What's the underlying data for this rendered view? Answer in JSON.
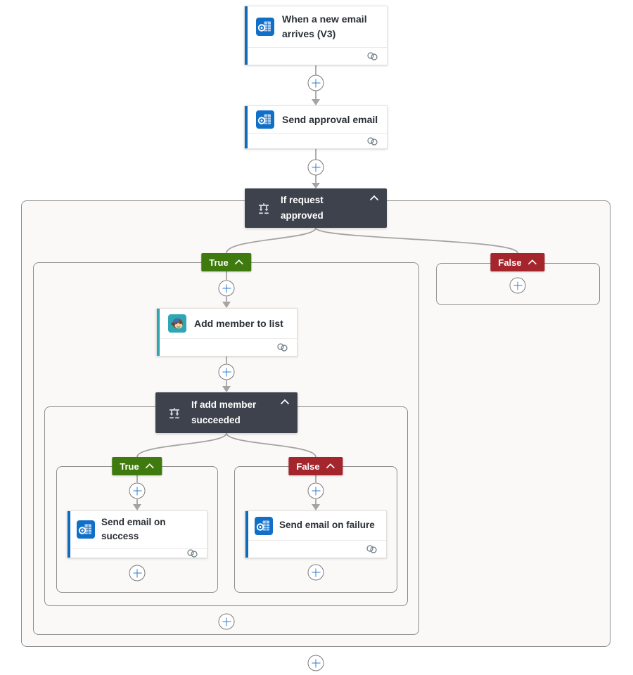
{
  "app": {
    "name": "flow-designer-canvas"
  },
  "flow": {
    "trigger": {
      "title": "When a new email arrives (V3)",
      "icon": "outlook-icon",
      "status_icon": "connection-link-icon"
    },
    "send_approval": {
      "title": "Send approval email",
      "icon": "outlook-icon",
      "status_icon": "connection-link-icon"
    },
    "condition_request": {
      "title": "If request approved",
      "icon": "condition-icon",
      "collapse_icon": "chevron-up-icon"
    },
    "add_member": {
      "title": "Add member to list",
      "icon": "mailchimp-icon",
      "status_icon": "connection-link-icon"
    },
    "condition_add_member": {
      "title": "If add member succeeded",
      "icon": "condition-icon",
      "collapse_icon": "chevron-up-icon"
    },
    "send_success": {
      "title": "Send email on success",
      "icon": "outlook-icon",
      "status_icon": "connection-link-icon"
    },
    "send_failure": {
      "title": "Send email on failure",
      "icon": "outlook-icon",
      "status_icon": "connection-link-icon"
    }
  },
  "branches": {
    "true_label": "True",
    "false_label": "False"
  },
  "colors": {
    "outlook_blue": "#1070c8",
    "accent_blue": "#0f6cbd",
    "mailchimp_teal": "#2ea7b4",
    "condition_dark": "#3d424c",
    "true_green": "#3e7a0d",
    "false_red": "#a4262c",
    "connector_gray": "#a6a4a2",
    "scope_border": "#908e8c",
    "scope_background": "#faf9f8",
    "plus_blue": "#2b7cd3"
  }
}
